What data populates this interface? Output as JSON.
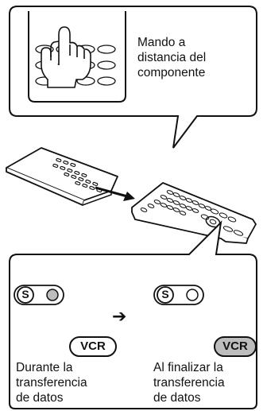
{
  "top_panel": {
    "caption_lines": [
      "Mando a",
      "distancia del",
      "componente"
    ]
  },
  "bottom_panel": {
    "switch_label": "S",
    "arrow": "➔",
    "left": {
      "button_label": "VCR",
      "caption_lines": [
        "Durante la",
        "transferencia",
        "de datos"
      ]
    },
    "right": {
      "button_label": "VCR",
      "caption_lines": [
        "Al finalizar la",
        "transferencia",
        "de datos"
      ]
    }
  },
  "colors": {
    "line": "#111111",
    "button_active_fill": "#bdbdbd",
    "background": "#ffffff"
  },
  "icons": [
    "hand-pointer-icon",
    "small-remote-icon",
    "large-remote-icon",
    "transfer-arrow-icon",
    "slide-switch-icon",
    "indicator-led-icon"
  ]
}
